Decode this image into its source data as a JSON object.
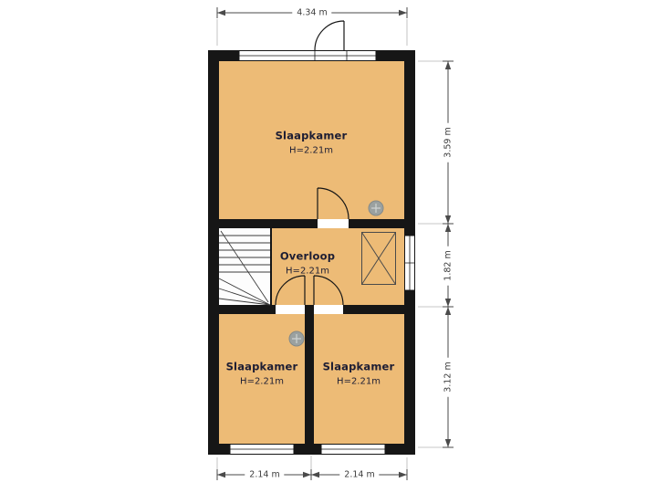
{
  "rooms": {
    "top": {
      "name": "Slaapkamer",
      "height": "H=2.21m"
    },
    "landing": {
      "name": "Overloop",
      "height": "H=2.21m"
    },
    "bottom_left": {
      "name": "Slaapkamer",
      "height": "H=2.21m"
    },
    "bottom_right": {
      "name": "Slaapkamer",
      "height": "H=2.21m"
    }
  },
  "dimensions": {
    "top_width": "4.34 m",
    "right": {
      "top": "3.59 m",
      "middle": "1.82 m",
      "bottom": "3.12 m"
    },
    "bottom": {
      "left": "2.14 m",
      "right": "2.14 m"
    }
  },
  "icons": {
    "ceiling_fixture": "gray circle with cross",
    "void_hatch": "rectangle with diagonal cross",
    "staircase": "treads with winders"
  },
  "colors": {
    "room_fill": "#edbb76",
    "wall": "#161616",
    "room_label_text": "#1d1d33",
    "dimension_text": "#3c3c3c"
  }
}
